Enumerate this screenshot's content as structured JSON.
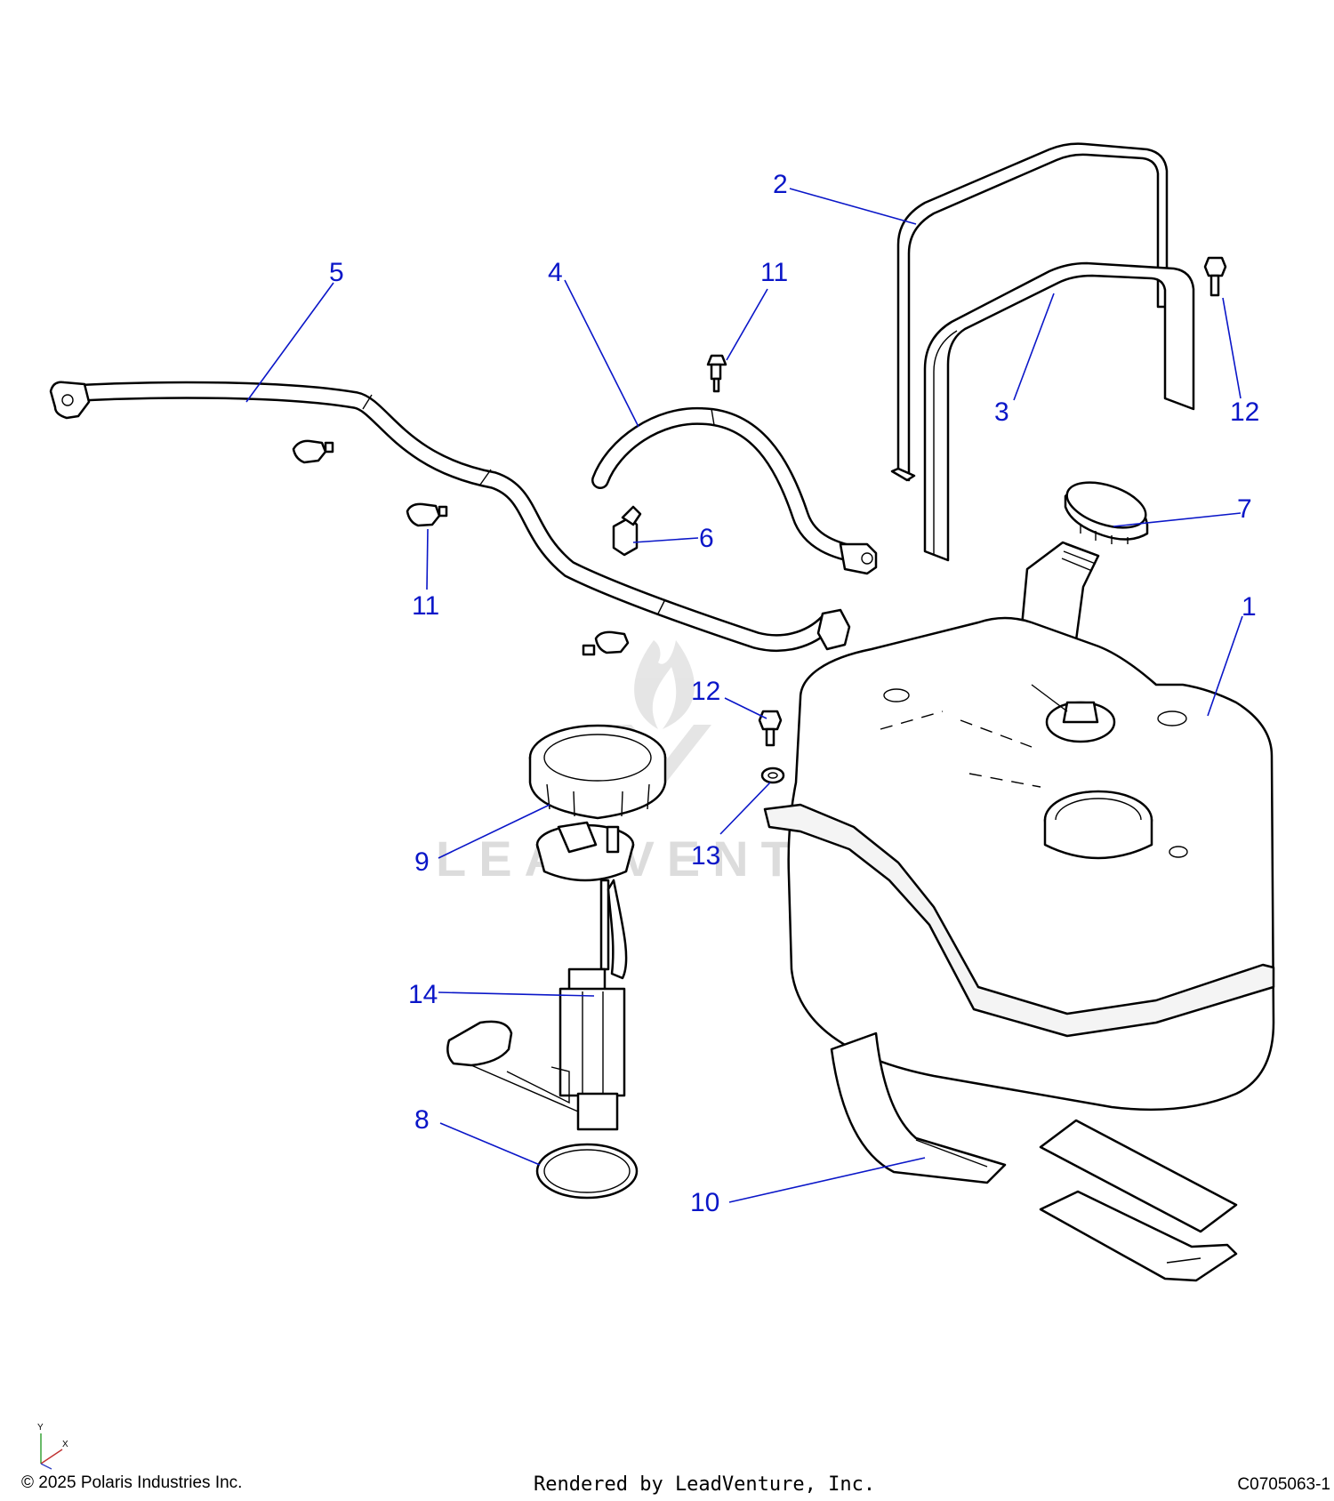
{
  "diagram": {
    "accent_color": "#0a16c8",
    "callouts": [
      {
        "id": "c1",
        "label": "1"
      },
      {
        "id": "c2",
        "label": "2"
      },
      {
        "id": "c3",
        "label": "3"
      },
      {
        "id": "c4",
        "label": "4"
      },
      {
        "id": "c5",
        "label": "5"
      },
      {
        "id": "c6",
        "label": "6"
      },
      {
        "id": "c7",
        "label": "7"
      },
      {
        "id": "c8",
        "label": "8"
      },
      {
        "id": "c9",
        "label": "9"
      },
      {
        "id": "c10",
        "label": "10"
      },
      {
        "id": "c11a",
        "label": "11"
      },
      {
        "id": "c11b",
        "label": "11"
      },
      {
        "id": "c12a",
        "label": "12"
      },
      {
        "id": "c12b",
        "label": "12"
      },
      {
        "id": "c13",
        "label": "13"
      },
      {
        "id": "c14",
        "label": "14"
      }
    ],
    "watermark": "LEADVENTURE",
    "axis": {
      "y": "Y",
      "x": "X"
    }
  },
  "footer": {
    "copyright": "© 2025 Polaris Industries Inc.",
    "rendered_by": "Rendered by LeadVenture, Inc.",
    "drawing_code": "C0705063-1"
  }
}
